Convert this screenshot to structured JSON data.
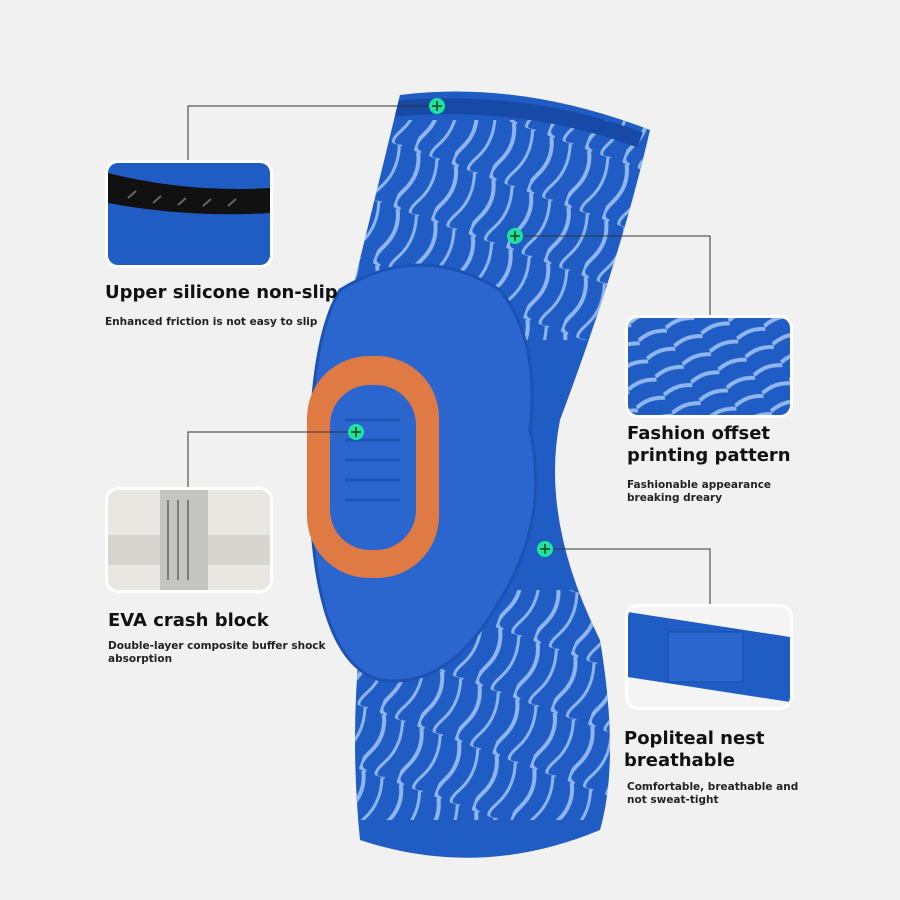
{
  "colors": {
    "sleeve": "#1f5cc4",
    "stripe": "#8fb6ee",
    "ring": "#e07a45",
    "dot": "#1ee3a0",
    "line": "#333333",
    "background": "#f1f1f1"
  },
  "features": [
    {
      "title": "Upper silicone non-slip",
      "subtitle": "Enhanced friction is not easy to slip",
      "icon": "plus-dot-icon"
    },
    {
      "title_lines": [
        "Fashion offset",
        "printing pattern"
      ],
      "subtitle_lines": [
        "Fashionable appearance",
        "breaking dreary"
      ],
      "icon": "plus-dot-icon"
    },
    {
      "title": "EVA crash block",
      "subtitle_lines": [
        "Double-layer composite buffer shock",
        "absorption"
      ],
      "icon": "plus-dot-icon"
    },
    {
      "title_lines": [
        "Popliteal nest",
        "breathable"
      ],
      "subtitle_lines": [
        "Comfortable, breathable and",
        "not sweat-tight"
      ],
      "icon": "plus-dot-icon"
    }
  ]
}
